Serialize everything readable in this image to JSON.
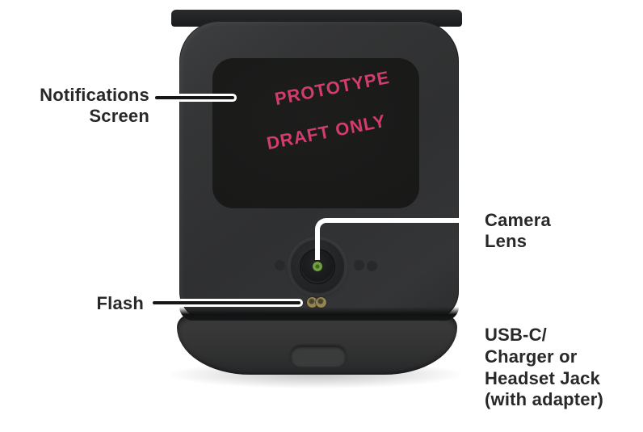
{
  "screen": {
    "line1": "PROTOTYPE",
    "line2": "DRAFT ONLY"
  },
  "labels": {
    "notifications": {
      "line1": "Notifications",
      "line2": "Screen"
    },
    "camera": {
      "line1": "Camera",
      "line2": "Lens"
    },
    "flash": {
      "text": "Flash"
    },
    "usb": {
      "line1": "USB-C/",
      "line2": "Charger or",
      "line3": "Headset Jack",
      "line4": "(with adapter)"
    }
  },
  "colors": {
    "prototype_pink": "#d23c6f",
    "lens_green": "#5d8a36",
    "flash_gold": "#84774a",
    "label_text": "#28282a",
    "body_gray": "#313233",
    "screen_black": "#181817",
    "leader_line_core": "#161616",
    "leader_line_casing": "#ffffff",
    "background": "#ffffff"
  }
}
